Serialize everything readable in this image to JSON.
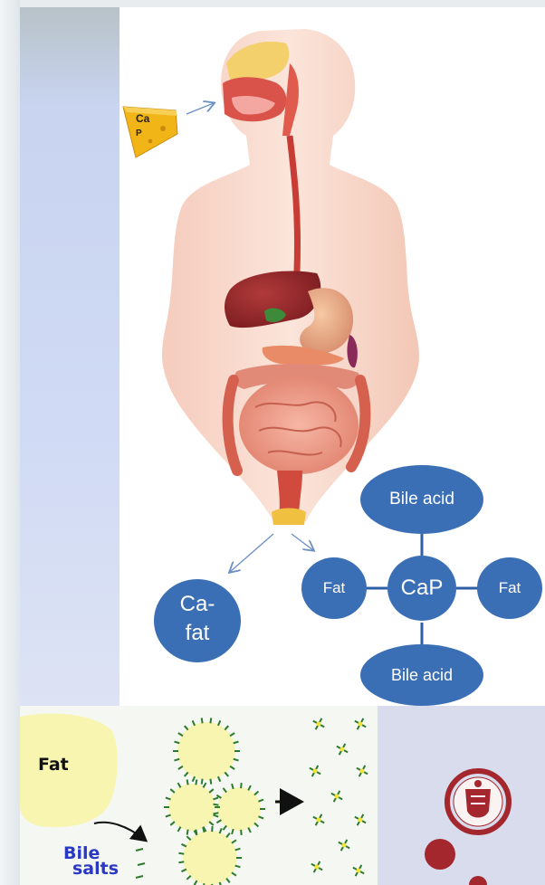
{
  "cheese": {
    "line1": "Ca",
    "line2": "P"
  },
  "nodes": {
    "bile_acid_top": "Bile acid",
    "fat_left": "Fat",
    "cap": "CaP",
    "fat_right": "Fat",
    "bile_acid_bottom": "Bile acid",
    "ca_fat_line1": "Ca-",
    "ca_fat_line2": "fat"
  },
  "micelle_panel": {
    "fat_label": "Fat",
    "bile_line1": "Bile",
    "bile_line2": "salts"
  },
  "colors": {
    "node_fill": "#3b6fb5",
    "connector": "#2f5fa5",
    "arrow": "#6b8fc3",
    "fat_blob": "#f7f5b0",
    "bile_salt": "#2e7a2c",
    "bile_salt_head": "#f0e43a",
    "seal": "#a3272c"
  },
  "icons": [
    "cheese-icon",
    "digestive-system-illustration",
    "university-seal-icon"
  ]
}
